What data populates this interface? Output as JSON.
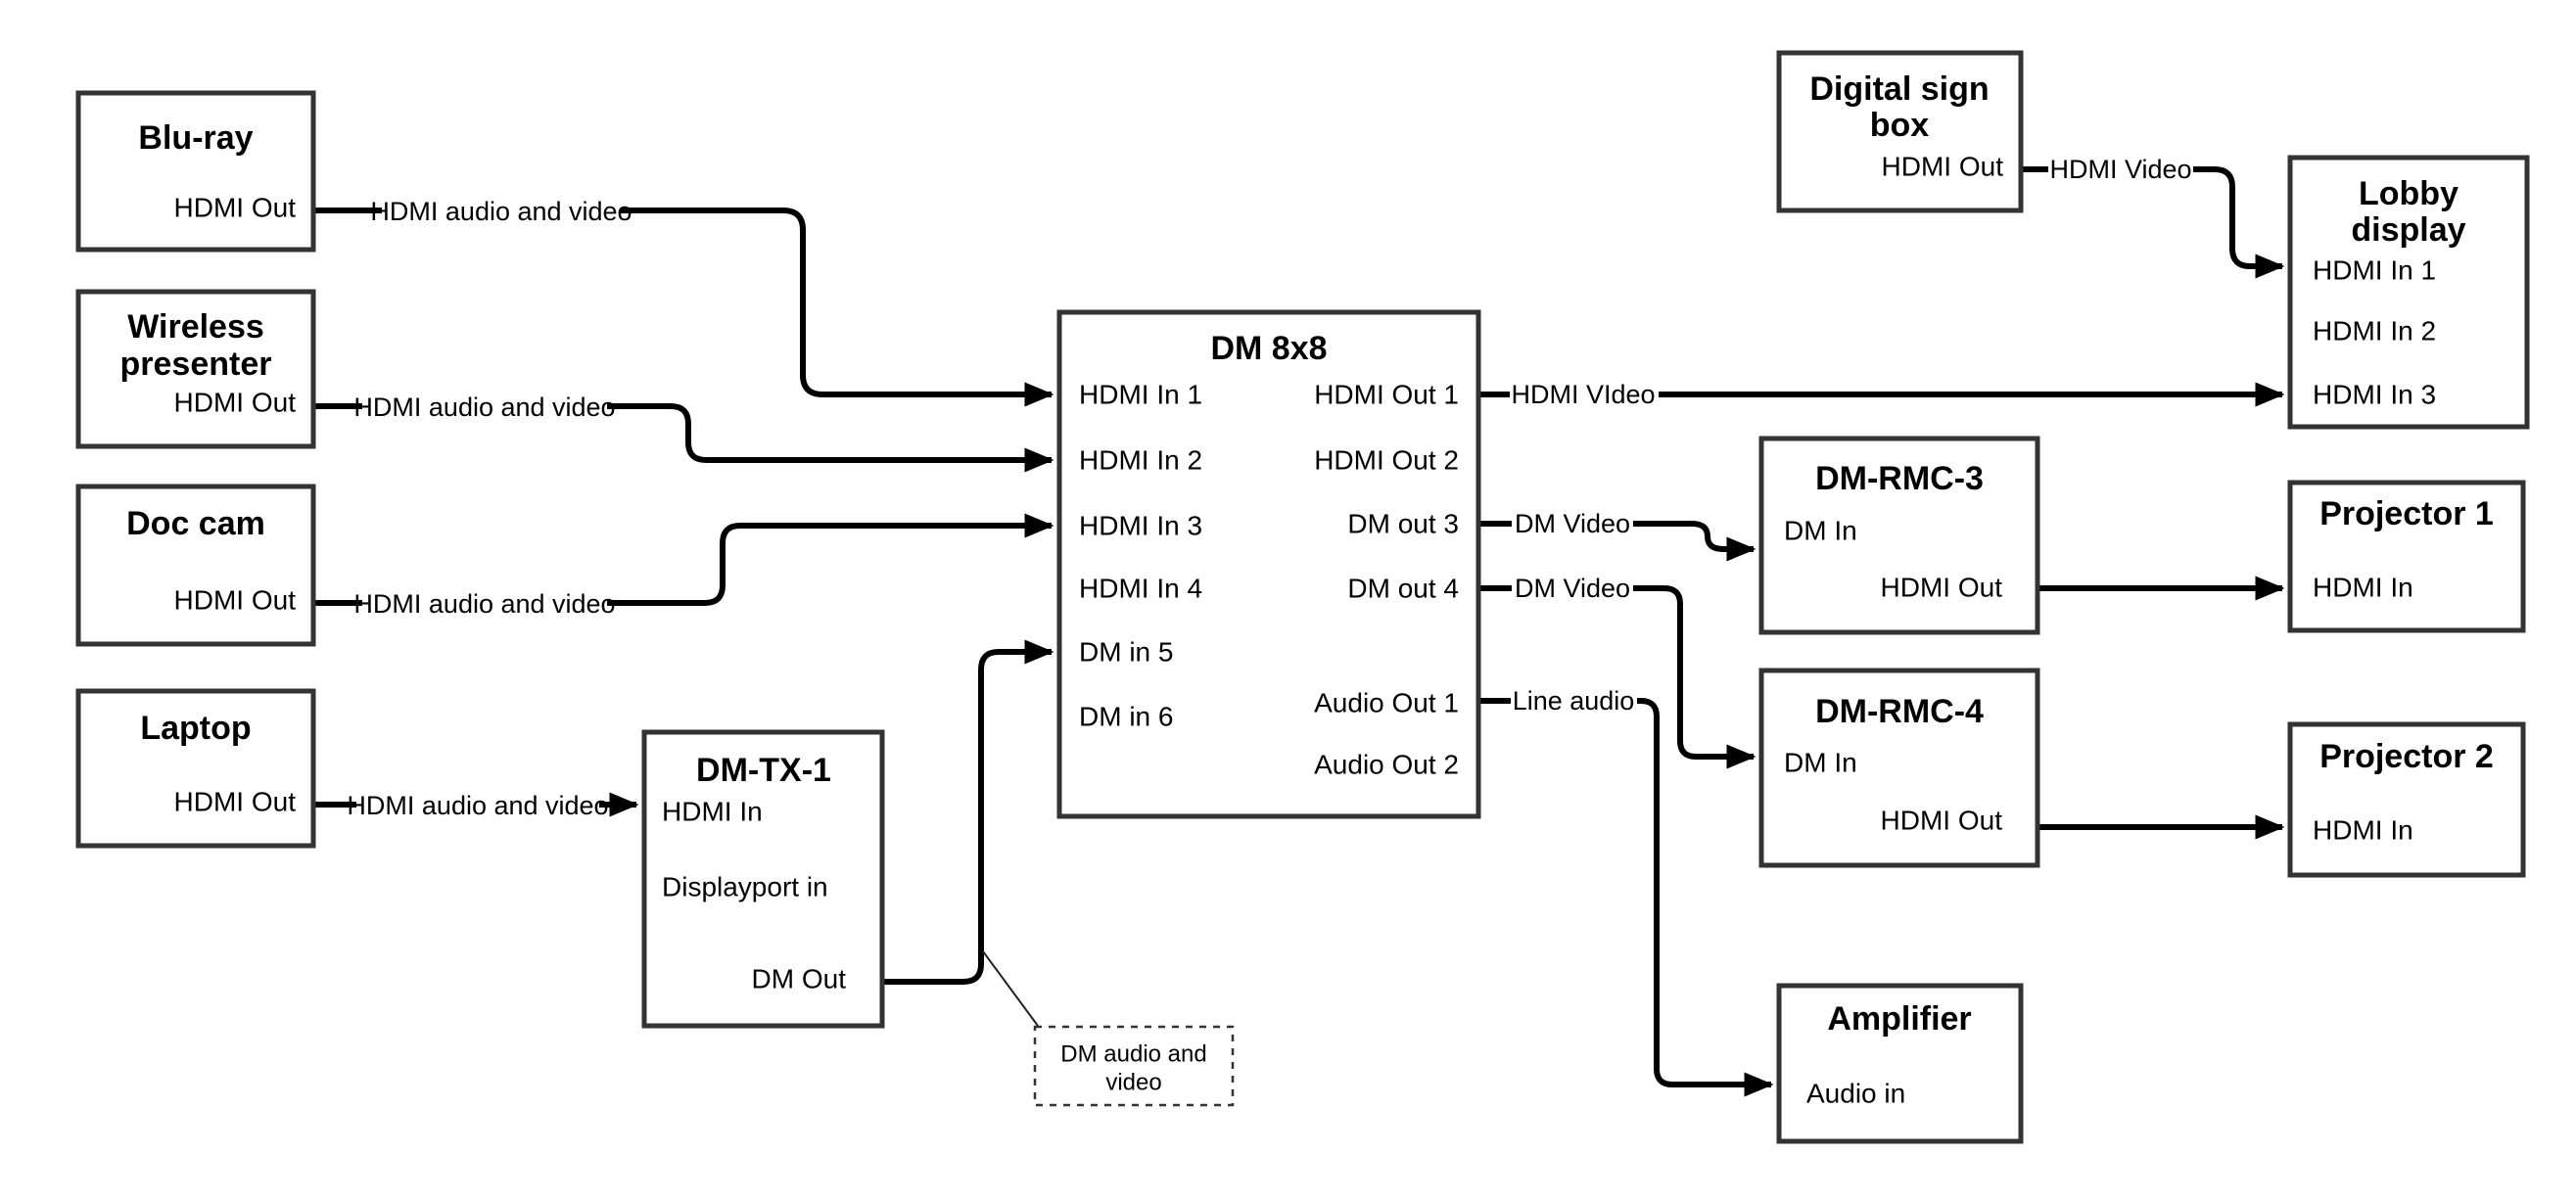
{
  "canvas": {
    "background": "#ffffff",
    "cable_color": "#000000",
    "box_border_color": "#333333",
    "text_color": "#000000"
  },
  "boxes": {
    "bluray": {
      "title": "Blu-ray",
      "port": "HDMI Out"
    },
    "wireless": {
      "title_line1": "Wireless",
      "title_line2": "presenter",
      "port": "HDMI Out"
    },
    "doccam": {
      "title": "Doc cam",
      "port": "HDMI Out"
    },
    "laptop": {
      "title": "Laptop",
      "port": "HDMI Out"
    },
    "dmtx1": {
      "title": "DM-TX-1",
      "port_hdmi_in": "HDMI In",
      "port_displayport_in": "Displayport in",
      "port_dm_out": "DM Out"
    },
    "dm8x8": {
      "title": "DM 8x8",
      "in1": "HDMI In 1",
      "in2": "HDMI In 2",
      "in3": "HDMI In 3",
      "in4": "HDMI In 4",
      "in5": "DM in 5",
      "in6": "DM in 6",
      "out1": "HDMI Out 1",
      "out2": "HDMI Out 2",
      "out3": "DM out 3",
      "out4": "DM out 4",
      "aout1": "Audio Out 1",
      "aout2": "Audio Out 2"
    },
    "digitalsign": {
      "title_line1": "Digital sign",
      "title_line2": "box",
      "port": "HDMI Out"
    },
    "lobby": {
      "title_line1": "Lobby",
      "title_line2": "display",
      "in1": "HDMI In 1",
      "in2": "HDMI In 2",
      "in3": "HDMI In 3"
    },
    "dmrmc3": {
      "title": "DM-RMC-3",
      "port_dm_in": "DM In",
      "port_hdmi_out": "HDMI Out"
    },
    "proj1": {
      "title": "Projector 1",
      "port": "HDMI In"
    },
    "dmrmc4": {
      "title": "DM-RMC-4",
      "port_dm_in": "DM In",
      "port_hdmi_out": "HDMI Out"
    },
    "proj2": {
      "title": "Projector 2",
      "port": "HDMI In"
    },
    "amp": {
      "title": "Amplifier",
      "port": "Audio in"
    },
    "note": {
      "line1": "DM audio and",
      "line2": "video"
    }
  },
  "cable_labels": {
    "bluray": "HDMI audio and video",
    "wireless": "HDMI audio and video",
    "doccam": "HDMI audio and video",
    "laptop": "HDMI audio and video",
    "dm8x8_out1": "HDMI VIdeo",
    "dm8x8_out3": "DM Video",
    "dm8x8_out4": "DM Video",
    "dm8x8_aout1": "Line audio",
    "digitalsign": "HDMI Video"
  }
}
